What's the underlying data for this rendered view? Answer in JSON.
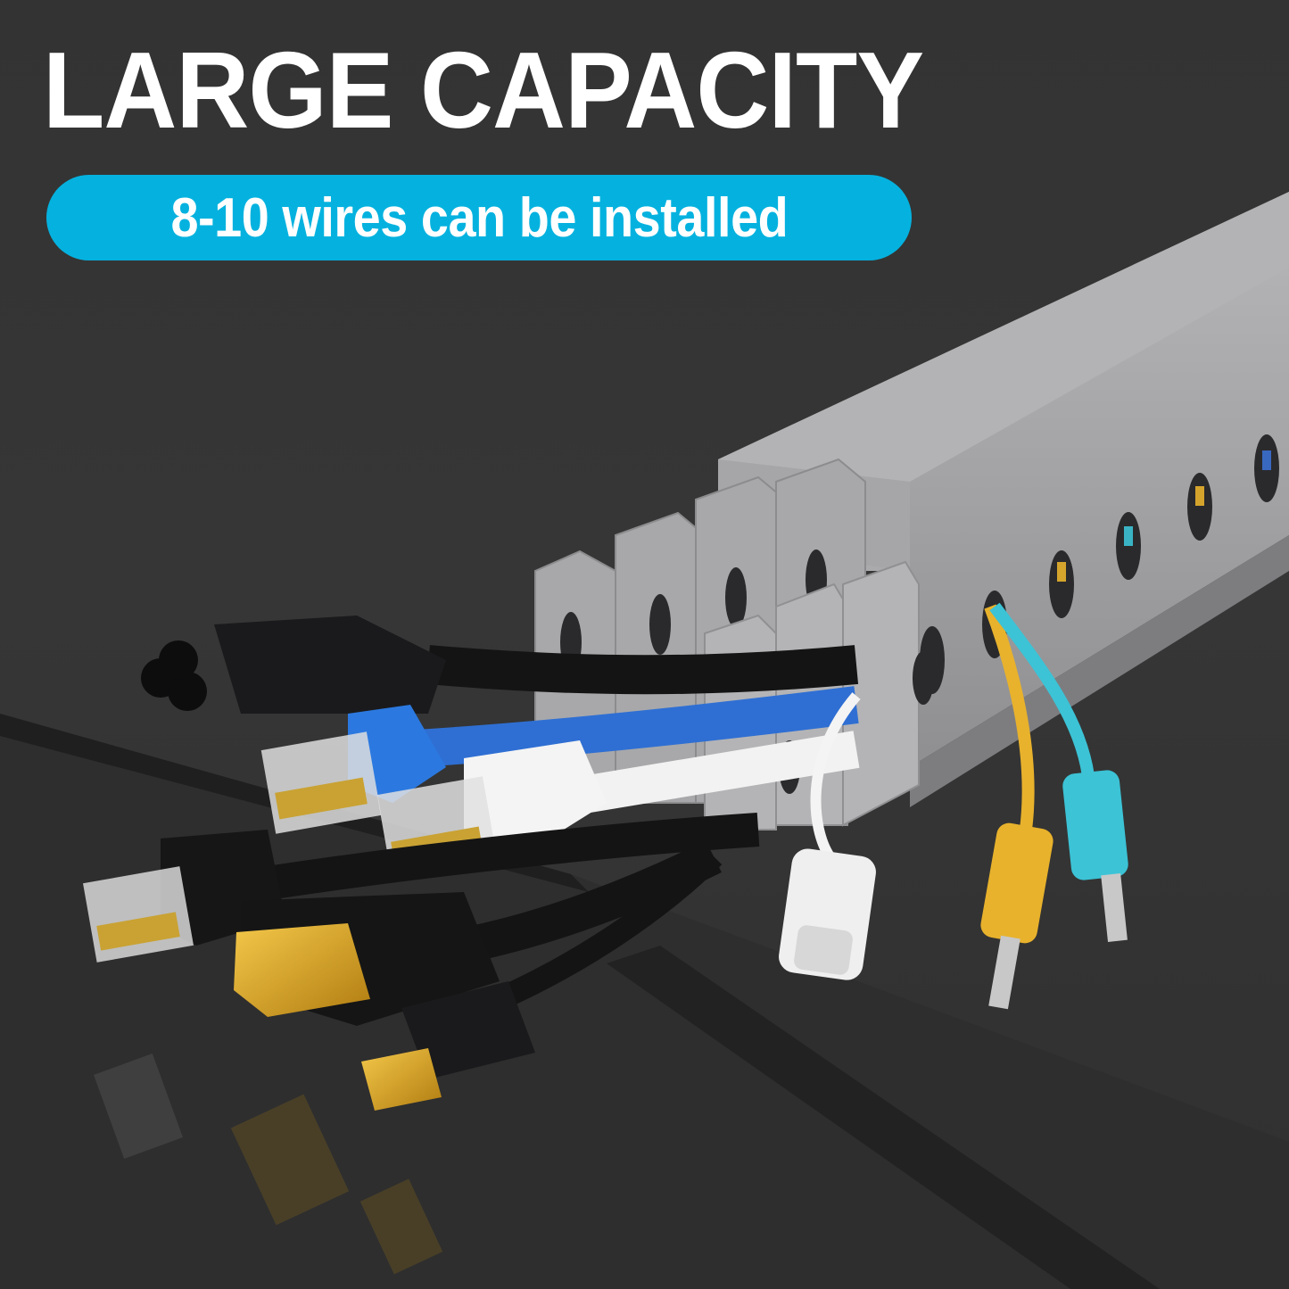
{
  "headline": {
    "title": "LARGE CAPACITY"
  },
  "badge": {
    "text": "8-10 wires can be installed",
    "color": "#05b2df"
  },
  "colors": {
    "background": "#343434",
    "duct": "#a9a9ab",
    "duct_highlight": "#c4c4c6",
    "duct_shadow": "#8a8a8c",
    "accent_cyan": "#3cc3d6",
    "accent_yellow": "#e8b22c",
    "gold": "#d9a21b"
  },
  "product": {
    "name": "slotted-wire-duct",
    "cables": [
      "power-cable",
      "ethernet-cable-blue",
      "ethernet-cable-white",
      "ethernet-cable-black",
      "usb-c-cable",
      "dvi-cable",
      "hdmi-cable",
      "audio-cable-yellow",
      "audio-cable-cyan"
    ]
  }
}
